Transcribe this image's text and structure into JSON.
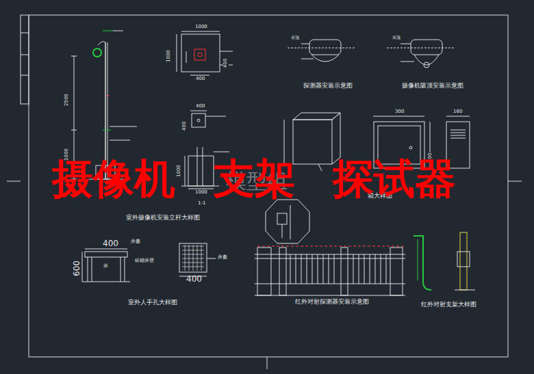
{
  "diagram": {
    "labels": [
      "1000",
      "1000",
      "400",
      "400",
      "室外摄像机安装立杆大样图",
      "2500",
      "1000",
      "400",
      "400",
      "1000",
      "1000",
      "1-1",
      "探测器安装示意图",
      "摄像机吸顶安装示意图",
      "300",
      "160",
      "400",
      "箱大样图",
      "400",
      "600",
      "井盖",
      "井",
      "砖砌井壁",
      "400",
      "井盖",
      "室外人手孔大样图",
      "红外对射探测器安装示意图",
      "红外对射支架大样图",
      "吊顶",
      "吊顶",
      "模型组",
      "摄像机",
      "支架",
      "探试器"
    ]
  }
}
